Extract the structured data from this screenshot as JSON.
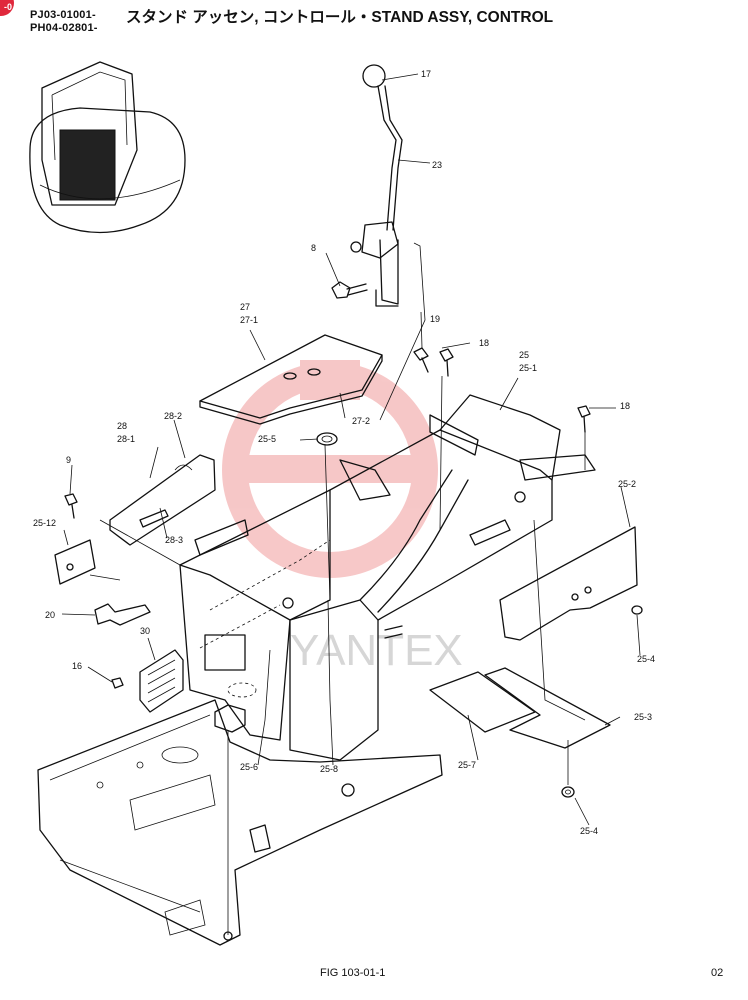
{
  "header": {
    "badge": "-0",
    "serial_1": "PJ03-01001-",
    "serial_2": "PH04-02801-",
    "title": "スタンド アッセン, コントロール・STAND ASSY, CONTROL"
  },
  "watermark": {
    "text": "YANTEX"
  },
  "parts": [
    "17",
    "23",
    "8",
    "19",
    "18",
    "25",
    "25-1",
    "18",
    "27",
    "27-1",
    "27-2",
    "25-5",
    "28",
    "28-1",
    "28-2",
    "28-3",
    "9",
    "25-12",
    "20",
    "30",
    "16",
    "25-6",
    "25-8",
    "25-7",
    "25-2",
    "25-4",
    "25-3",
    "25-4"
  ],
  "footer": {
    "figure": "FIG 103-01-1",
    "page": "02"
  }
}
